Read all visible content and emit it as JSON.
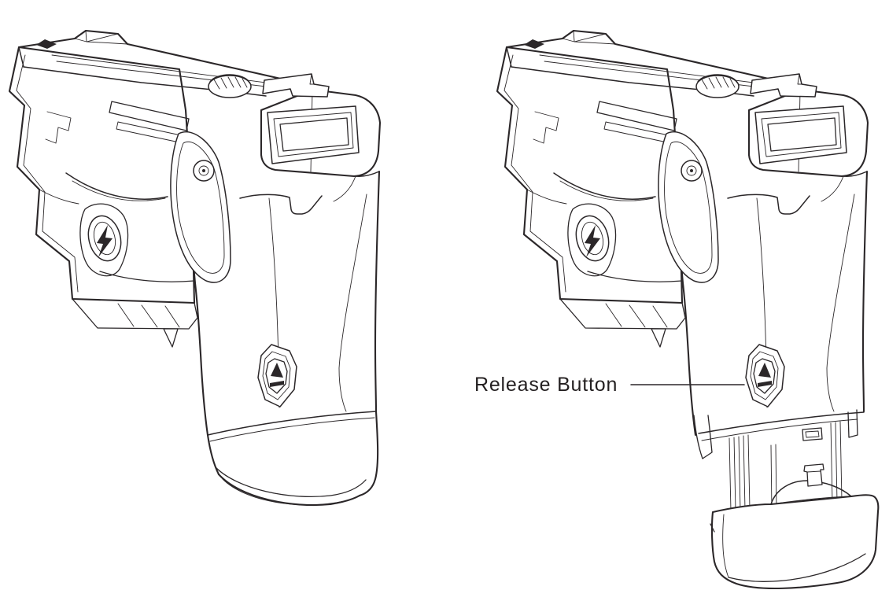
{
  "figure": {
    "background": "#ffffff",
    "annotation": {
      "label": "Release Button"
    },
    "colors": {
      "line": "#2b2729",
      "label_text": "#231f20",
      "leader": "#55565a",
      "arrow": "#0077be",
      "screen": "#141414"
    },
    "panels": {
      "left": "device-assembled",
      "right": "device-battery-pack-released"
    },
    "icons": {
      "release_button_glyph": "eject-triangle-over-bar",
      "emblem": "lightning-bolt-roundel",
      "direction_arrow": "down-arrow"
    }
  }
}
